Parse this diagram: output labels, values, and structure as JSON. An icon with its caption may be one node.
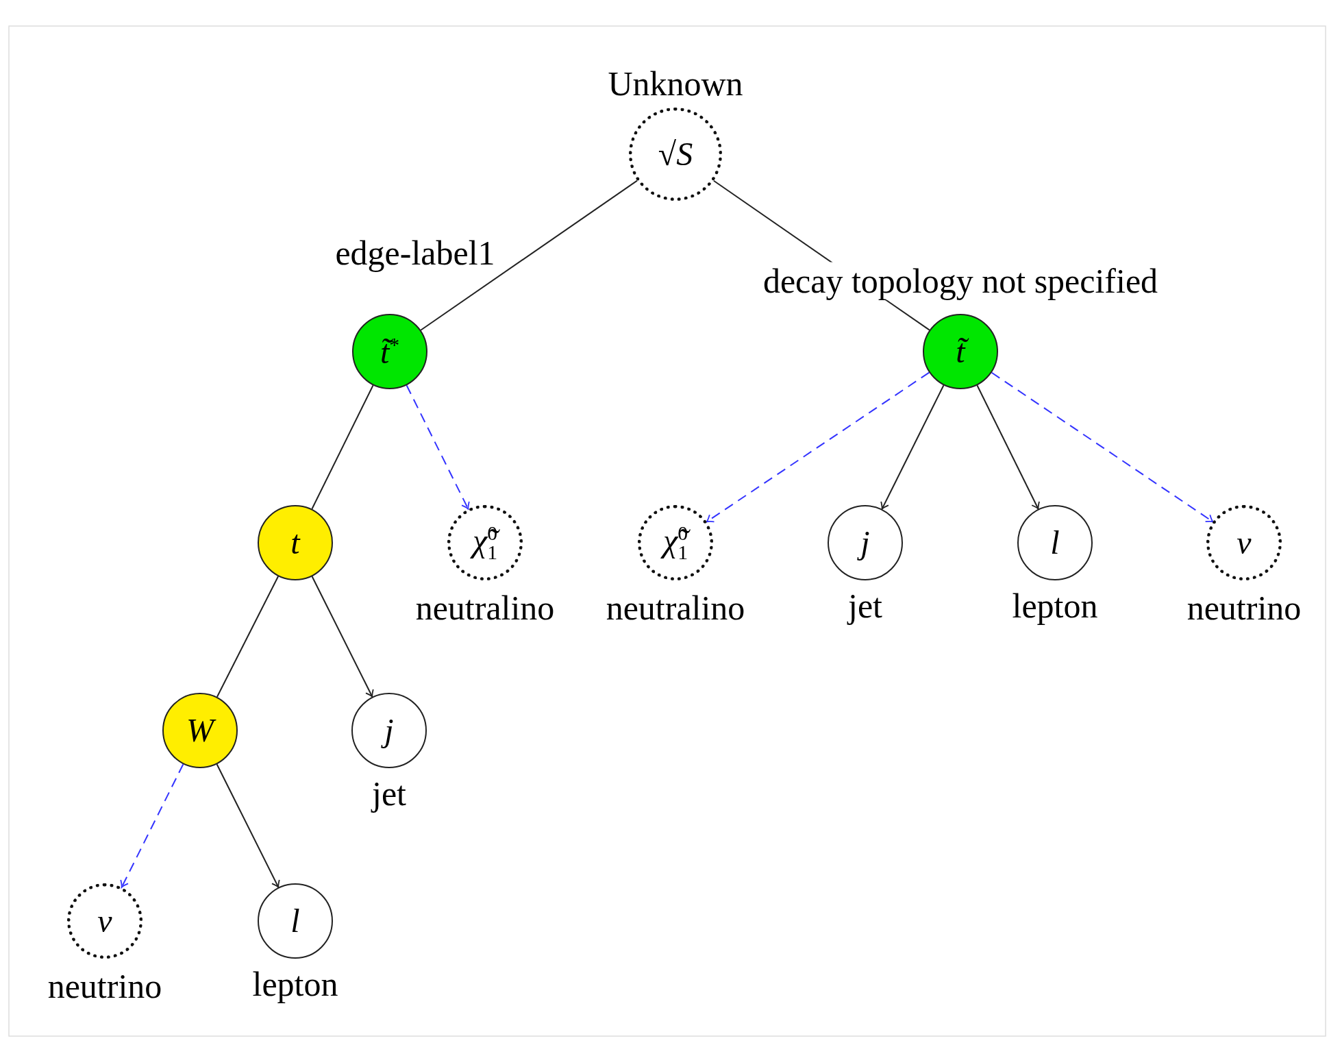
{
  "diagram": {
    "nodes": [
      {
        "text": [
          "√*S*"
        ],
        "beside": [
          "Unknown"
        ]
      },
      {
        "text": [
          "*t̃*$^{*}$"
        ]
      },
      {
        "text": [
          "*t̃*"
        ]
      },
      {
        "text": [
          "*t*"
        ]
      },
      {
        "text": [
          "*χ̃*$^{0}$$_{1}$"
        ],
        "beside": [
          "neutralino"
        ]
      },
      {
        "text": [
          "*χ̃*$^{0}$$_{1}$"
        ],
        "beside": [
          "neutralino"
        ]
      },
      {
        "text": [
          "*j*"
        ],
        "beside": [
          "jet"
        ]
      },
      {
        "text": [
          "*l*"
        ],
        "beside": [
          "lepton"
        ]
      },
      {
        "text": [
          "*ν*"
        ],
        "beside": [
          "neutrino"
        ]
      },
      {
        "text": [
          "*W*"
        ]
      },
      {
        "text": [
          "*j*"
        ],
        "beside": [
          "jet"
        ]
      },
      {
        "text": [
          "*ν*"
        ],
        "beside": [
          "neutrino"
        ]
      },
      {
        "text": [
          "*l*"
        ],
        "beside": [
          "lepton"
        ]
      }
    ],
    "edges": [
      {
        "from": 0,
        "to": 1,
        "arrow": "none",
        "label": "edge-label1"
      },
      {
        "from": 0,
        "to": 2,
        "arrow": "none",
        "label": "decay topology not specified"
      },
      {
        "from": 1,
        "to": 3,
        "arrow": "none"
      },
      {
        "from": 1,
        "to": 4,
        "arrow": "to",
        "style": "dashed",
        "color": "#3333ff"
      },
      {
        "from": 2,
        "to": 5,
        "arrow": "to",
        "style": "dashed",
        "color": "#3333ff"
      },
      {
        "from": 2,
        "to": 6,
        "arrow": "to"
      },
      {
        "from": 2,
        "to": 7,
        "arrow": "to"
      },
      {
        "from": 2,
        "to": 8,
        "arrow": "to",
        "style": "dashed",
        "color": "#3333ff"
      },
      {
        "from": 3,
        "to": 9,
        "arrow": "none"
      },
      {
        "from": 3,
        "to": 10,
        "arrow": "to"
      },
      {
        "from": 9,
        "to": 11,
        "arrow": "to",
        "style": "dashed",
        "color": "#3333ff"
      },
      {
        "from": 9,
        "to": 12,
        "arrow": "to"
      }
    ]
  }
}
